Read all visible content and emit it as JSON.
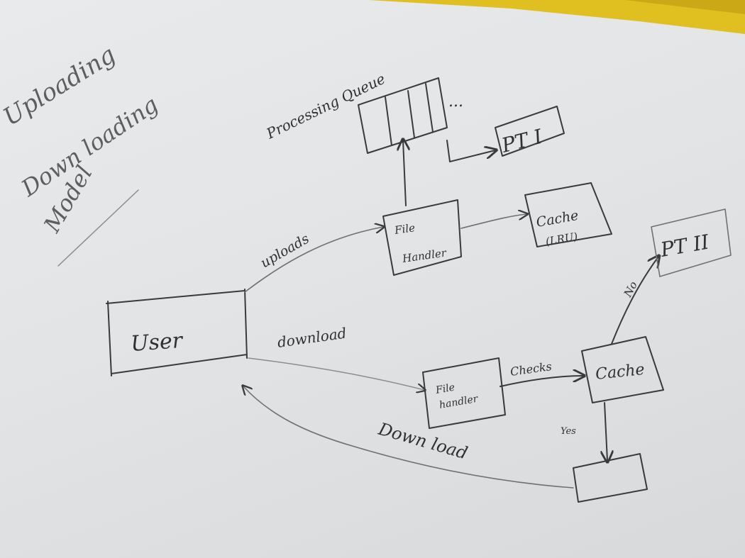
{
  "title_lines": [
    "Uploading",
    "Down loading",
    "Model"
  ],
  "nodes": {
    "user": "User",
    "queue_label": "Processing Queue",
    "queue_more": "...",
    "pt1": "PT I",
    "upload_handler": [
      "File",
      "Handler"
    ],
    "upload_cache": [
      "Cache",
      "(LRU)"
    ],
    "download_handler": [
      "File",
      "handler"
    ],
    "download_cache": "Cache",
    "pt2": "PT II"
  },
  "edges": {
    "uploads": "uploads",
    "download": "download",
    "checks": "Checks",
    "no": "No",
    "yes": "Yes",
    "download_back": "Down load"
  },
  "colors": {
    "paper": "#e4e6e8",
    "ink": "#3a3a3c",
    "tape": "#e3c21e"
  }
}
